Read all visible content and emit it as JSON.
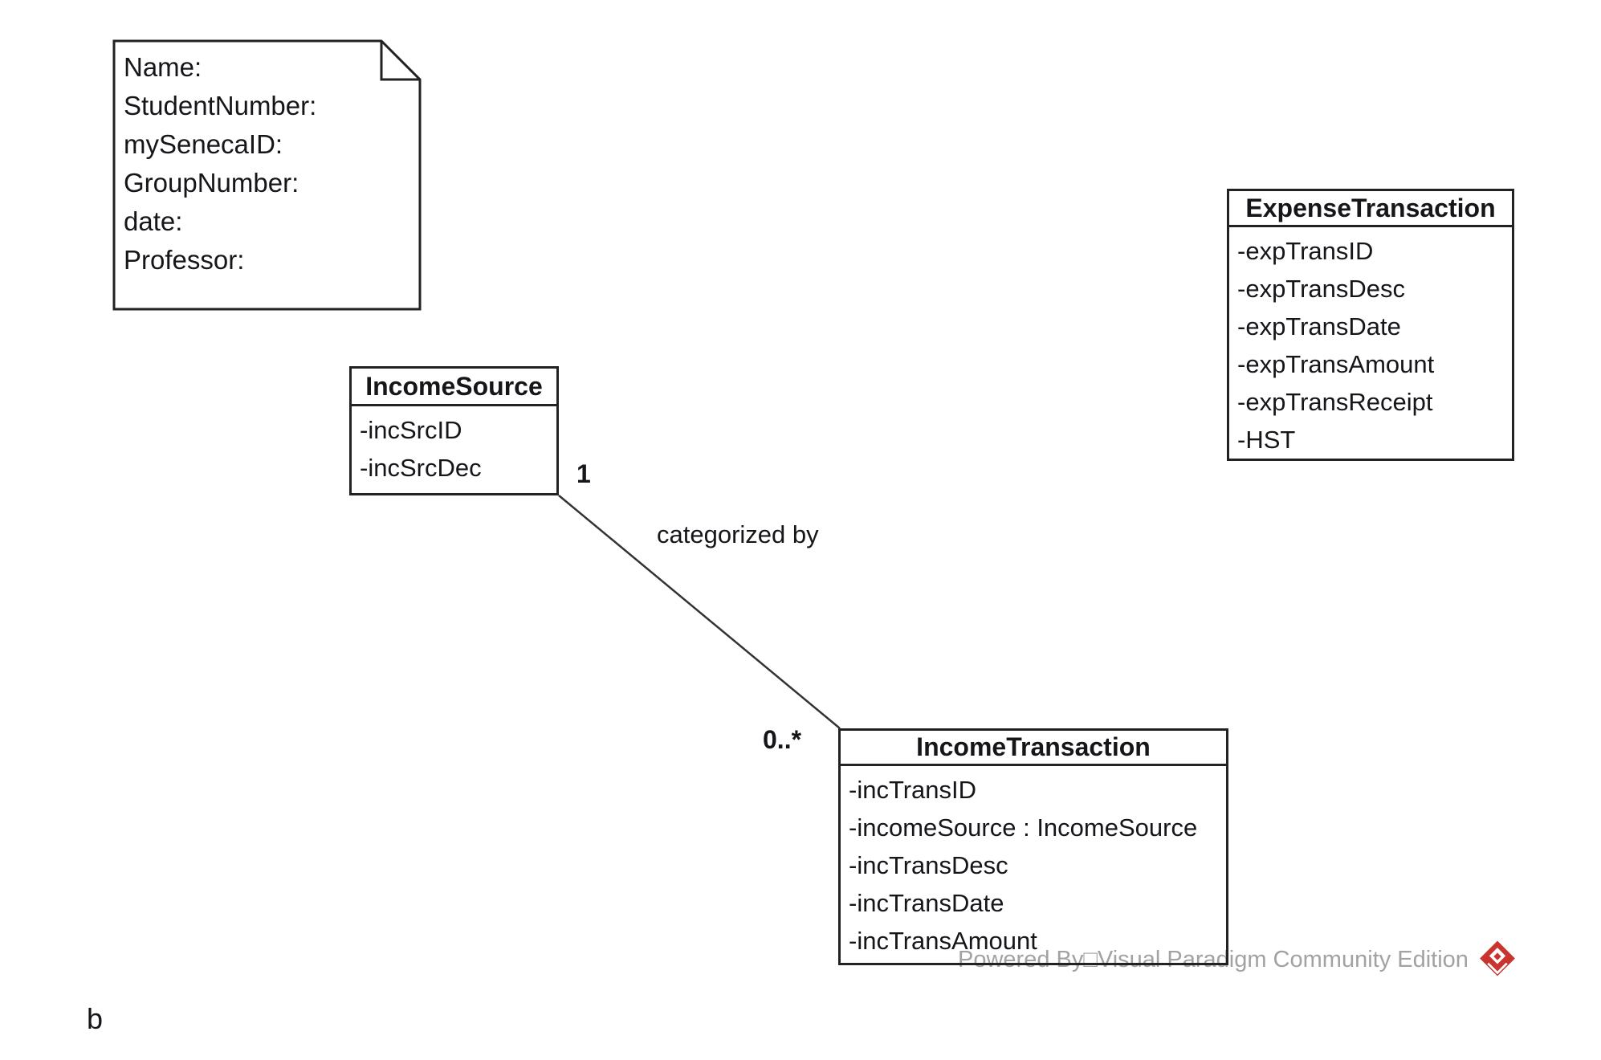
{
  "diagram": {
    "note": {
      "lines": [
        "Name:",
        "StudentNumber:",
        "mySenecaID:",
        "GroupNumber:",
        "date:",
        "Professor:"
      ]
    },
    "classes": {
      "income_source": {
        "title": "IncomeSource",
        "attributes": [
          "-incSrcID",
          "-incSrcDec"
        ]
      },
      "expense_transaction": {
        "title": "ExpenseTransaction",
        "attributes": [
          "-expTransID",
          "-expTransDesc",
          "-expTransDate",
          "-expTransAmount",
          "-expTransReceipt",
          "-HST"
        ]
      },
      "income_transaction": {
        "title": "IncomeTransaction",
        "attributes": [
          "-incTransID",
          "-incomeSource : IncomeSource",
          "-incTransDesc",
          "-incTransDate",
          "-incTransAmount"
        ]
      }
    },
    "association": {
      "label": "categorized by",
      "source_class": "IncomeSource",
      "target_class": "IncomeTransaction",
      "source_multiplicity": "1",
      "target_multiplicity": "0..*"
    },
    "caption": "b"
  },
  "watermark": {
    "text": "Powered By□Visual Paradigm Community Edition"
  },
  "colors": {
    "stroke": "#222222",
    "text": "#16161a",
    "watermark_text": "#a2a2a2",
    "logo_red": "#c9342e",
    "background": "#ffffff"
  }
}
